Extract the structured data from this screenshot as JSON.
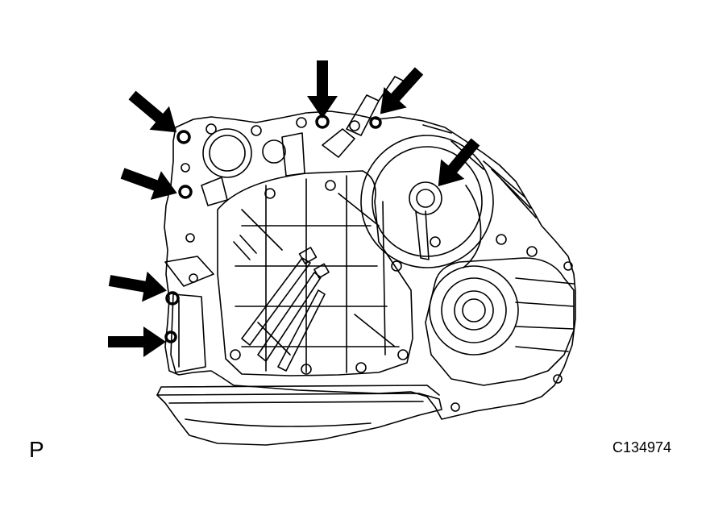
{
  "view_label": "P",
  "figure_code": "C134974",
  "colors": {
    "line": "#000000",
    "background": "#ffffff"
  },
  "callout_arrows": [
    {
      "points_to": "upper-left-bolt"
    },
    {
      "points_to": "top-center-bolt"
    },
    {
      "points_to": "top-right-bolt"
    },
    {
      "points_to": "shaft-bore-bolt"
    },
    {
      "points_to": "left-middle-bolt"
    },
    {
      "points_to": "lower-left-bolt"
    },
    {
      "points_to": "lower-left-clip"
    }
  ]
}
